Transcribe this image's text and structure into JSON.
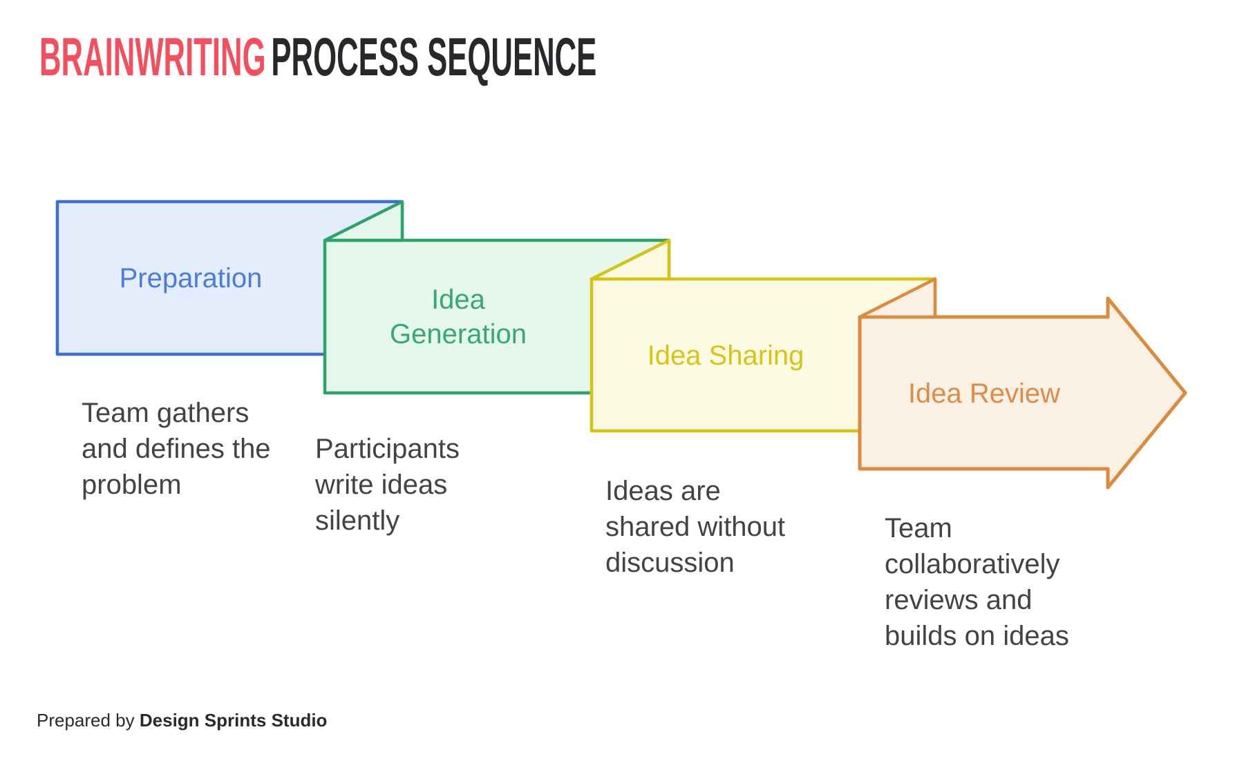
{
  "title": {
    "highlight": "BRAINWRITING",
    "rest": "PROCESS SEQUENCE",
    "highlight_color": "#F2505E",
    "rest_color": "#28282C"
  },
  "stages": [
    {
      "label": "Preparation",
      "description": [
        "Team gathers",
        "and defines the",
        "problem"
      ],
      "fill": "#E4EDFC",
      "stroke": "#3B6FD3",
      "label_color": "#4C7CDB"
    },
    {
      "label": [
        "Idea",
        "Generation"
      ],
      "description": [
        "Participants",
        "write ideas",
        "silently"
      ],
      "fill": "#E5F6EC",
      "stroke": "#2DA369",
      "label_color": "#38A873"
    },
    {
      "label": "Idea Sharing",
      "description": [
        "Ideas are",
        "shared without",
        "discussion"
      ],
      "fill": "#FCFAE2",
      "stroke": "#D6C313",
      "label_color": "#D8C414"
    },
    {
      "label": "Idea Review",
      "description": [
        "Team",
        "collaboratively",
        "reviews and",
        "builds on ideas"
      ],
      "fill": "#FBF0E4",
      "stroke": "#DC8A3E",
      "label_color": "#DD8C48"
    }
  ],
  "description_color": "#424247",
  "footer": {
    "prefix": "Prepared by ",
    "brand": "Design Sprints Studio",
    "color": "#2A2A2E"
  }
}
